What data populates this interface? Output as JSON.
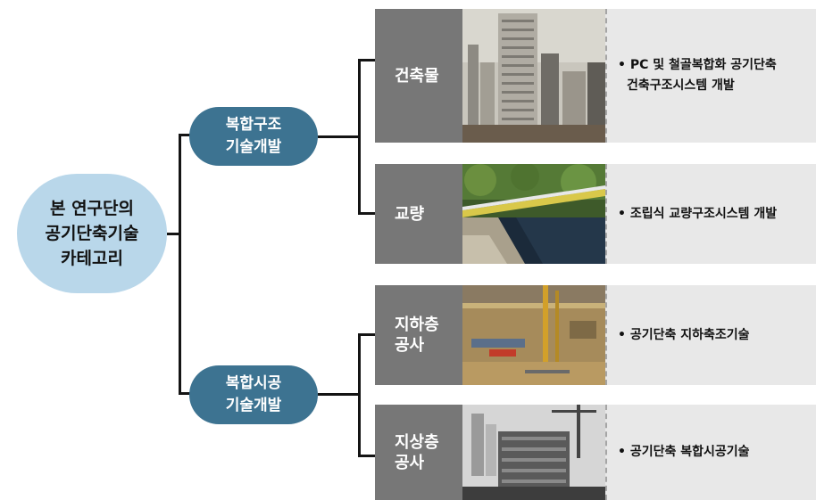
{
  "root": {
    "lines": [
      "본 연구단의",
      "공기단축기술",
      "카테고리"
    ]
  },
  "branches": [
    {
      "lines": [
        "복합구조",
        "기술개발"
      ]
    },
    {
      "lines": [
        "복합시공",
        "기술개발"
      ]
    }
  ],
  "rows": [
    {
      "label": [
        "건축물"
      ],
      "photo_icon": "highrise-building-photo",
      "desc": [
        "• PC 및 철골복합화 공기단축",
        "건축구조시스템 개발"
      ]
    },
    {
      "label": [
        "교량"
      ],
      "photo_icon": "bridge-over-river-photo",
      "desc": [
        "• 조립식 교량구조시스템 개발"
      ]
    },
    {
      "label": [
        "지하층",
        "공사"
      ],
      "photo_icon": "underground-excavation-site-photo",
      "desc": [
        "• 공기단축 지하축조기술"
      ]
    },
    {
      "label": [
        "지상층",
        "공사"
      ],
      "photo_icon": "aboveground-construction-photo",
      "desc": [
        "• 공기단축 복합시공기술"
      ]
    }
  ],
  "colors": {
    "root_fill": "#b9d7ea",
    "branch_fill": "#3d7391",
    "label_fill": "#777777",
    "desc_fill": "#e8e8e8",
    "connector": "#141414"
  }
}
